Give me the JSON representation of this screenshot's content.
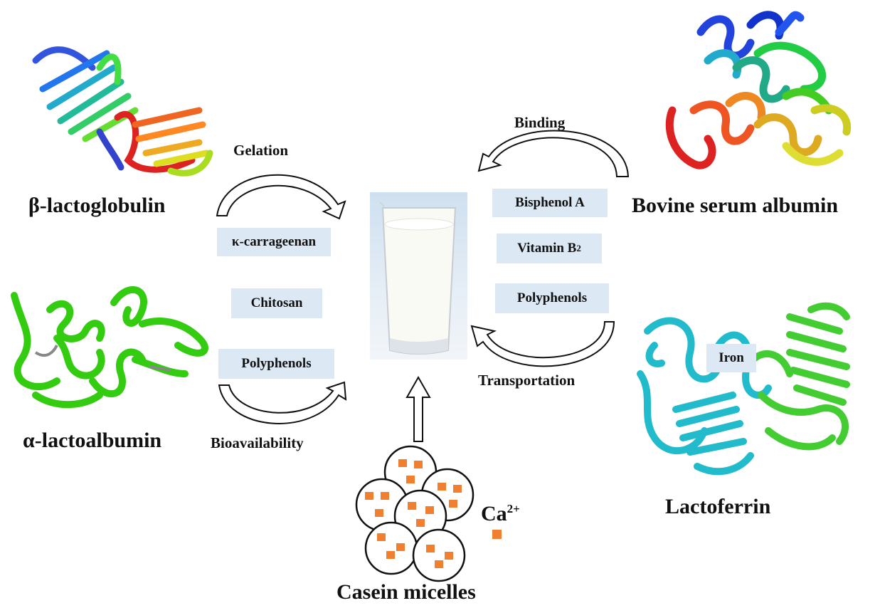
{
  "proteins": {
    "beta_lactoglobulin": "β-lactoglobulin",
    "alpha_lactoalbumin": "α-lactoalbumin",
    "bovine_serum_albumin": "Bovine serum albumin",
    "lactoferrin": "Lactoferrin",
    "casein_micelles": "Casein micelles"
  },
  "processes": {
    "gelation": "Gelation",
    "bioavailability": "Bioavailability",
    "binding": "Binding",
    "transportation": "Transportation"
  },
  "left_ligands": [
    "κ-carrageenan",
    "Chitosan",
    "Polyphenols"
  ],
  "right_ligands": {
    "bisphenol": "Bisphenol A",
    "vitamin_base": "Vitamin B",
    "vitamin_sub": "2",
    "polyphenols": "Polyphenols"
  },
  "lactoferrin_ligand": "Iron",
  "calcium": {
    "base": "Ca",
    "sup": "2+"
  },
  "colors": {
    "label_box": "#dce8f4",
    "calcium": "#f08030"
  }
}
